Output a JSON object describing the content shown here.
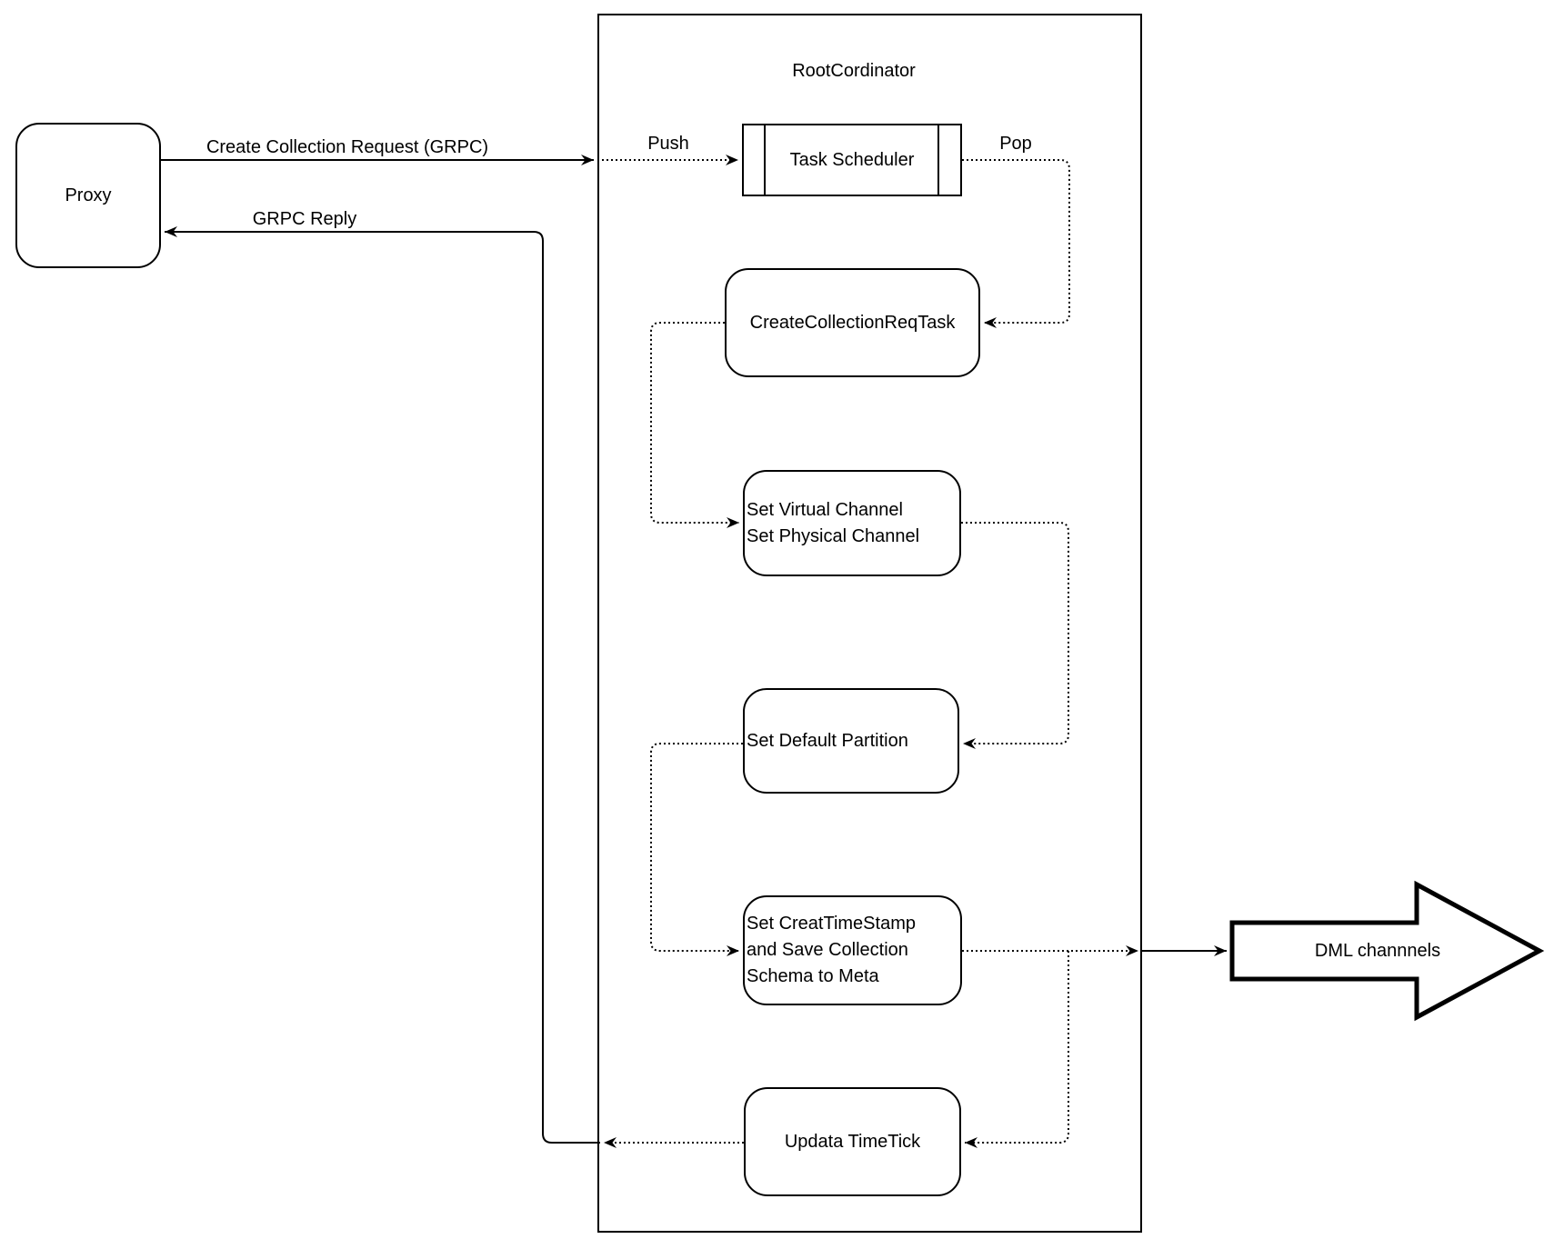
{
  "diagram": {
    "title": "RootCordinator",
    "colors": {
      "stroke": "#000000",
      "background": "#ffffff"
    },
    "nodes": {
      "proxy": {
        "label": "Proxy"
      },
      "task_scheduler": {
        "label": "Task Scheduler"
      },
      "create_collection_req_task": {
        "label": "CreateCollectionReqTask"
      },
      "set_channels": {
        "label": "Set Virtual Channel\nSet Physical Channel"
      },
      "set_default_partition": {
        "label": "Set Default Partition"
      },
      "set_creat_timestamp": {
        "label": "Set CreatTimeStamp\nand Save Collection\nSchema to Meta"
      },
      "updata_timetick": {
        "label": "Updata TimeTick"
      },
      "dml_channels": {
        "label": "DML channnels"
      }
    },
    "edge_labels": {
      "create_collection_request": "Create Collection Request (GRPC)",
      "grpc_reply": "GRPC Reply",
      "push": "Push",
      "pop": "Pop"
    }
  }
}
